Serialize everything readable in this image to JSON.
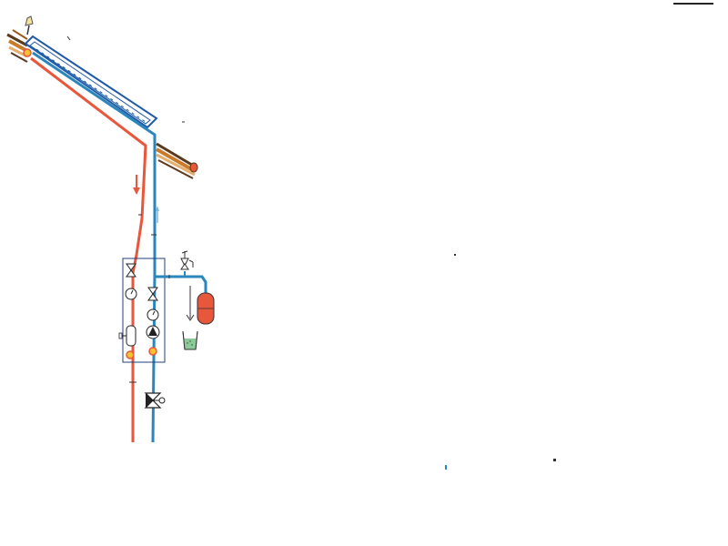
{
  "colors": {
    "flow": "#e8563c",
    "return": "#2a86bb",
    "collector_frame": "#1f5aa8",
    "pipe_dark": "#5a3a1e",
    "pipe_mid": "#c97a2a",
    "pipe_light": "#e3b070",
    "tank": "#e8563c",
    "tank_outline": "#333333",
    "bucket_liquid": "#8ec99a",
    "sensor_yellow": "#f4c430",
    "sensor_red": "#e8563c",
    "station_frame": "#1f3f7a",
    "valve_body": "#222222",
    "background": "#ffffff"
  },
  "components": [
    {
      "id": "solar-collector",
      "icon": "collector-panel"
    },
    {
      "id": "roof-pipe-left",
      "icon": "pipe-bundle"
    },
    {
      "id": "roof-pipe-right",
      "icon": "pipe-bundle"
    },
    {
      "id": "collector-sensor",
      "icon": "temperature-sensor"
    },
    {
      "id": "air-vent",
      "icon": "air-vent-icon"
    },
    {
      "id": "flow-arrow",
      "icon": "arrow-down-icon"
    },
    {
      "id": "return-arrow",
      "icon": "arrow-up-icon"
    },
    {
      "id": "pump-station",
      "icon": "station-box"
    },
    {
      "id": "check-valve-flow",
      "icon": "valve-icon"
    },
    {
      "id": "thermometer-flow",
      "icon": "gauge-icon"
    },
    {
      "id": "air-separator",
      "icon": "separator-icon"
    },
    {
      "id": "check-valve-return",
      "icon": "valve-icon"
    },
    {
      "id": "thermometer-return",
      "icon": "gauge-icon"
    },
    {
      "id": "circulation-pump",
      "icon": "pump-icon"
    },
    {
      "id": "flow-sensor",
      "icon": "temperature-sensor"
    },
    {
      "id": "return-sensor",
      "icon": "temperature-sensor"
    },
    {
      "id": "safety-valve",
      "icon": "safety-valve-icon"
    },
    {
      "id": "expansion-tank",
      "icon": "tank-icon"
    },
    {
      "id": "collection-bucket",
      "icon": "bucket-icon"
    },
    {
      "id": "mixing-valve",
      "icon": "three-way-valve-icon"
    }
  ]
}
